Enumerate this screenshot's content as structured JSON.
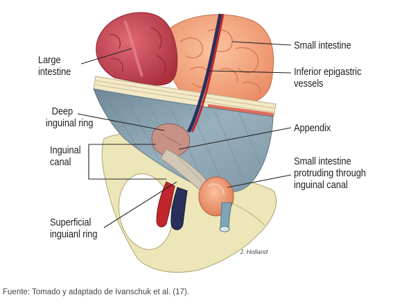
{
  "labels": {
    "large_intestine": [
      "Large",
      "intestine"
    ],
    "small_intestine": [
      "Small intestine"
    ],
    "inferior_epigastric": [
      "Inferior epigastric",
      "vessels"
    ],
    "deep_ring": [
      "Deep",
      "inguinal ring"
    ],
    "appendix": [
      "Appendix"
    ],
    "inguinal_canal": [
      "Inguinal",
      "canal"
    ],
    "small_intestine_protruding": [
      "Small intestine",
      "protruding through",
      "inguinal canal"
    ],
    "superficial_ring": [
      "Superficial",
      "inguianl ring"
    ]
  },
  "signature": "J. Holland",
  "caption": "Fuente: Tomado y adaptado de Ivanschuk et al. (17).",
  "colors": {
    "large_intestine": "#c94755",
    "small_intestine": "#f2a078",
    "peritoneum": "#8aa3b2",
    "bone": "#ede6b8",
    "artery": "#c0262c",
    "vein": "#2b2f5c"
  }
}
